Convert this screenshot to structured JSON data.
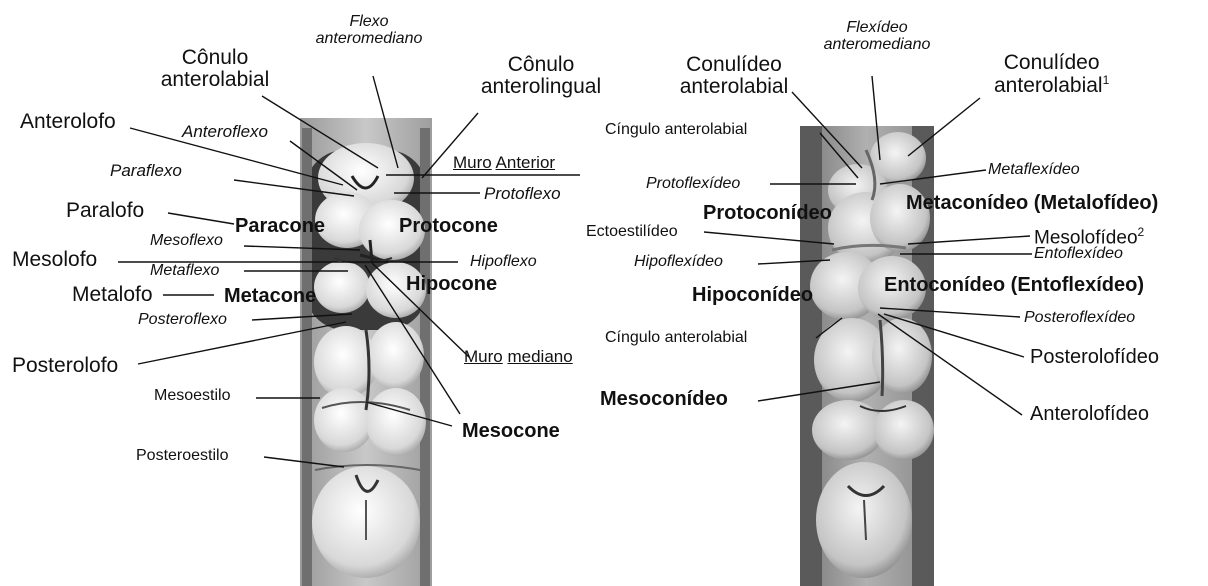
{
  "left_panel": {
    "flexo_anteromediano": [
      "Flexo",
      "anteromediano"
    ],
    "conulo_anterolabial": [
      "Cônulo",
      "anterolabial"
    ],
    "conulo_anterolingual": [
      "Cônulo",
      "anterolingual"
    ],
    "anterolofo": "Anterolofo",
    "anteroflexo": "Anteroflexo",
    "muro": "Muro",
    "anterior": "Anterior",
    "paraflexo": "Paraflexo",
    "protoflexo": "Protoflexo",
    "paralofo": "Paralofo",
    "paracone": "Paracone",
    "protocone": "Protocone",
    "mesoflexo": "Mesoflexo",
    "mesolofo": "Mesolofo",
    "hipoflexo": "Hipoflexo",
    "metaflexo": "Metaflexo",
    "hipocone": "Hipocone",
    "metalofo": "Metalofo",
    "metacone": "Metacone",
    "posteroflexo": "Posteroflexo",
    "posterolofo": "Posterolofo",
    "muro_mediano_1": "Muro",
    "muro_mediano_2": "mediano",
    "mesoestilo": "Mesoestilo",
    "mesocone": "Mesocone",
    "posteroestilo": "Posteroestilo"
  },
  "right_panel": {
    "flexideo_anteromediano": [
      "Flexídeo",
      "anteromediano"
    ],
    "conulideo_anterolabial_left": [
      "Conulídeo",
      "anterolabial"
    ],
    "conulideo_anterolabial_right": [
      "Conulídeo",
      "anterolabial"
    ],
    "superscript_1": "1",
    "cingulo_anterolabial_top": "Cíngulo anterolabial",
    "metaflexideo": "Metaflexídeo",
    "protoflexideo": "Protoflexídeo",
    "protoconideo": "Protoconídeo",
    "metaconideo": "Metaconídeo (Metalofídeo)",
    "ectoestilideo": "Ectoestilídeo",
    "mesolofideo": "Mesolofídeo",
    "superscript_2": "2",
    "entoflexideo": "Entoflexídeo",
    "hipoflexideo": "Hipoflexídeo",
    "hipoconideo": "Hipoconídeo",
    "entoconideo": "Entoconídeo (Entoflexídeo)",
    "posteroflexideo": "Posteroflexídeo",
    "cingulo_anterolabial_bottom": "Cíngulo anterolabial",
    "posterolofideo": "Posterolofídeo",
    "mesoconideo": "Mesoconídeo",
    "anterolofideo": "Anterolofídeo"
  }
}
